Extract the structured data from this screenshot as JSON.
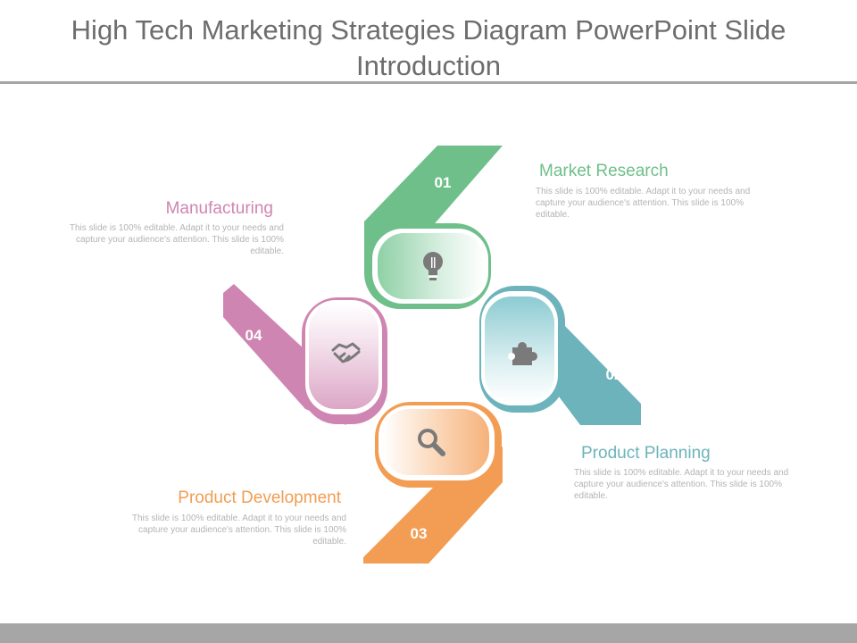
{
  "title": "High Tech Marketing Strategies Diagram PowerPoint Slide Introduction",
  "colors": {
    "green": "#6fbf8b",
    "teal": "#6db3bb",
    "orange": "#f29d53",
    "pink": "#cf85b2",
    "title_text": "#6d6d6d",
    "rule": "#a6a6a6",
    "icon": "#7a7a7a",
    "desc_text": "#b4b4b4"
  },
  "steps": [
    {
      "number": "01",
      "label": "Market Research",
      "description": "This slide is 100% editable. Adapt it to your needs and capture your audience's attention. This slide is 100% editable.",
      "icon": "lightbulb-icon",
      "color": "#6fbf8b"
    },
    {
      "number": "02",
      "label": "Product Planning",
      "description": "This slide is 100% editable. Adapt it to your needs and capture your audience's attention. This slide is 100% editable.",
      "icon": "puzzle-icon",
      "color": "#6db3bb"
    },
    {
      "number": "03",
      "label": "Product Development",
      "description": "This slide is 100% editable. Adapt it to your needs and capture your audience's attention. This slide is 100% editable.",
      "icon": "search-icon",
      "color": "#f29d53"
    },
    {
      "number": "04",
      "label": "Manufacturing",
      "description": "This slide is 100% editable. Adapt it to your needs and capture your audience's attention. This slide is 100% editable.",
      "icon": "handshake-icon",
      "color": "#cf85b2"
    }
  ]
}
